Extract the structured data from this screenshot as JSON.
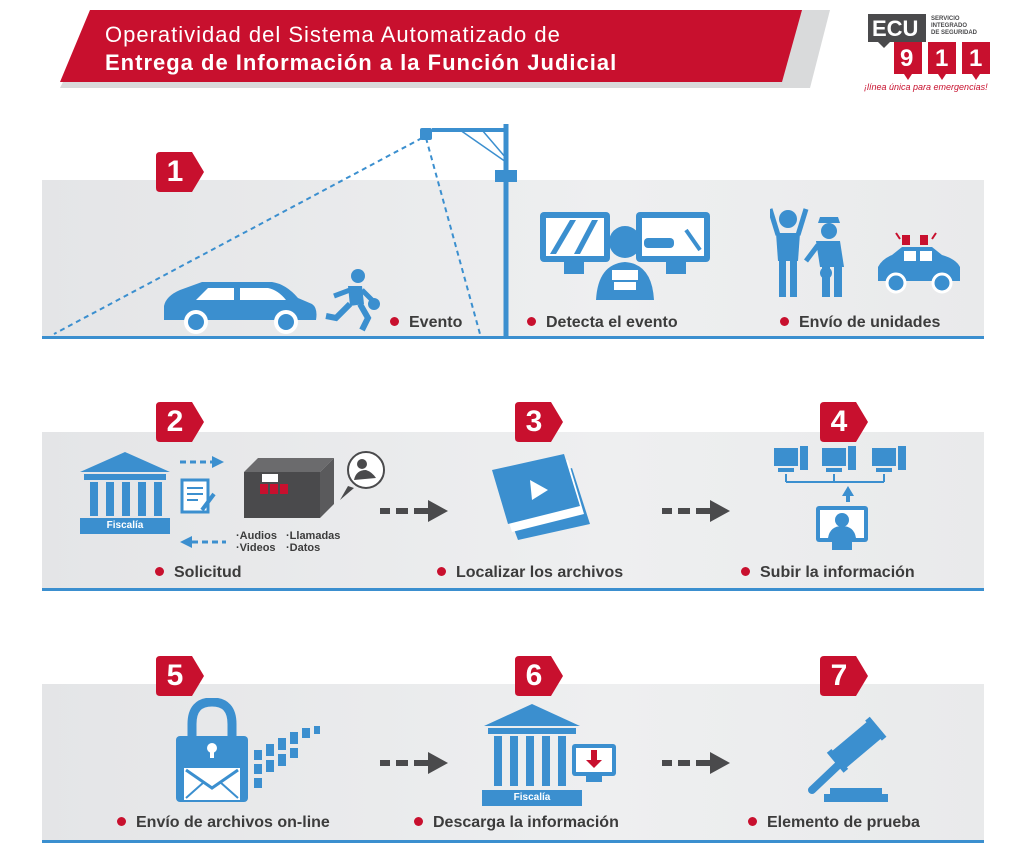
{
  "header": {
    "title_line1": "Operatividad del Sistema Automatizado de",
    "title_line2": "Entrega de Información a la Función Judicial"
  },
  "logo": {
    "ecu": "ECU",
    "digits": [
      "9",
      "1",
      "1"
    ],
    "service_lines": [
      "SERVICIO",
      "INTEGRADO",
      "DE SEGURIDAD"
    ],
    "slogan": "¡línea única para emergencias!"
  },
  "steps": [
    {
      "number": "1",
      "labels": [
        "Evento",
        "Detecta el evento",
        "Envío de unidades"
      ]
    },
    {
      "number": "2",
      "labels": [
        "Solicitud"
      ],
      "building_label": "Fiscalía",
      "media": [
        "·Audios",
        "·Llamadas",
        "·Videos",
        "·Datos"
      ]
    },
    {
      "number": "3",
      "labels": [
        "Localizar los archivos"
      ]
    },
    {
      "number": "4",
      "labels": [
        "Subir la información"
      ]
    },
    {
      "number": "5",
      "labels": [
        "Envío de archivos on-line"
      ]
    },
    {
      "number": "6",
      "labels": [
        "Descarga la información"
      ],
      "building_label": "Fiscalía"
    },
    {
      "number": "7",
      "labels": [
        "Elemento de prueba"
      ]
    }
  ],
  "colors": {
    "brand_red": "#c8102e",
    "accent_blue": "#3b8fcf",
    "dark_gray": "#4a4a4c",
    "panel_gray": "#e6e7e8"
  }
}
